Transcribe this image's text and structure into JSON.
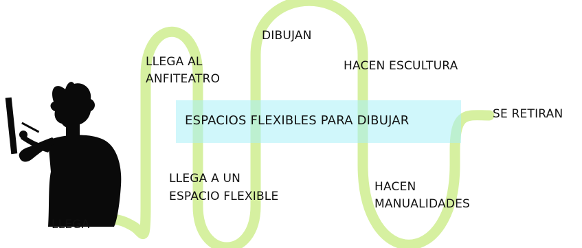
{
  "labels": {
    "llega": "LLEGA",
    "llega_anfiteatro_1": "LLEGA AL",
    "llega_anfiteatro_2": "ANFITEATRO",
    "dibujan": "DIBUJAN",
    "hacen_escultura": "HACEN ESCULTURA",
    "llega_flexible_1": "LLEGA A UN",
    "llega_flexible_2": "ESPACIO FLEXIBLE",
    "hacen_manualidades_1": "HACEN",
    "hacen_manualidades_2": "MANUALIDADES",
    "se_retiran": "SE RETIRAN"
  },
  "banner": {
    "text": "ESPACIOS FLEXIBLES PARA DIBUJAR"
  },
  "colors": {
    "path": "#d6f0a0",
    "banner": "#aaf0f8",
    "silhouette": "#0a0a0a",
    "text": "#111111"
  },
  "icons": {
    "figure": "person-drawing-silhouette",
    "easel": "easel-icon"
  }
}
